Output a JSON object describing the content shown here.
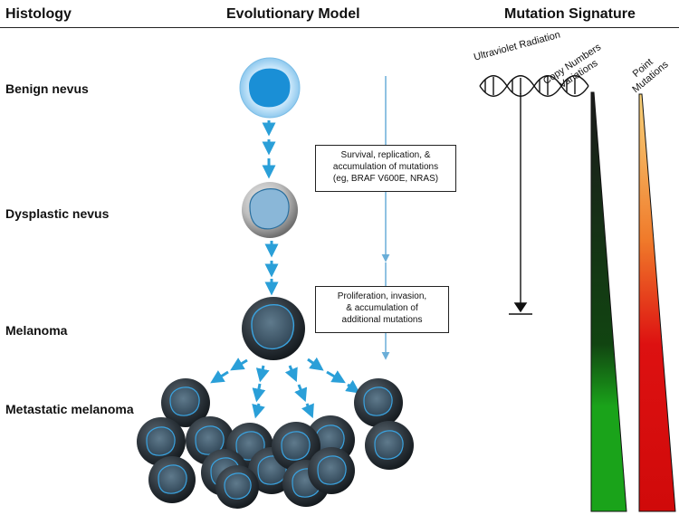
{
  "headers": {
    "histology": "Histology",
    "model": "Evolutionary Model",
    "signature": "Mutation Signature"
  },
  "stages": [
    "Benign nevus",
    "Dysplastic nevus",
    "Melanoma",
    "Metastatic melanoma"
  ],
  "notes": {
    "survival": [
      "Survival, replication, &",
      "accumulation of mutations",
      "(eg, BRAF V600E, NRAS)"
    ],
    "proliferation": [
      "Proliferation, invasion,",
      "& accumulation of",
      "additional mutations"
    ]
  },
  "signature_labels": {
    "uv": "Ultraviolet Radiation",
    "cnv_line1": "Copy Numbers",
    "cnv_line2": "Variations",
    "point_line1": "Point",
    "point_line2": "Mutations"
  },
  "colors": {
    "arrow": "#2a9fd8",
    "cnv_green": "#1aa31a",
    "point_red": "#dd1111",
    "point_orange": "#f2b233"
  }
}
